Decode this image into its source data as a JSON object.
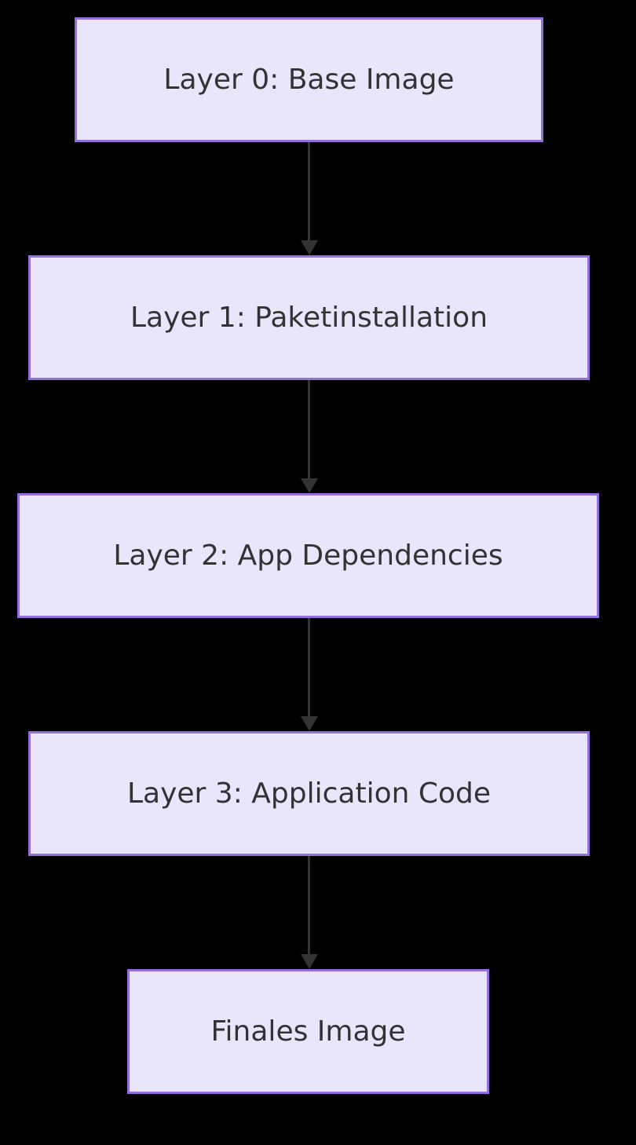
{
  "diagram": {
    "type": "flowchart",
    "direction": "top-down",
    "theme": {
      "background": "#000000",
      "node_fill": "#e9e6fb",
      "node_border": "#9370db",
      "node_text": "#333333",
      "edge_color": "#333333"
    },
    "nodes": [
      {
        "id": "layer0",
        "label": "Layer 0: Base Image"
      },
      {
        "id": "layer1",
        "label": "Layer 1: Paketinstallation"
      },
      {
        "id": "layer2",
        "label": "Layer 2: App Dependencies"
      },
      {
        "id": "layer3",
        "label": "Layer 3: Application Code"
      },
      {
        "id": "final",
        "label": "Finales Image"
      }
    ],
    "edges": [
      {
        "from": "layer0",
        "to": "layer1",
        "label": "",
        "arrow": "arrow-down-icon"
      },
      {
        "from": "layer1",
        "to": "layer2",
        "label": "",
        "arrow": "arrow-down-icon"
      },
      {
        "from": "layer2",
        "to": "layer3",
        "label": "",
        "arrow": "arrow-down-icon"
      },
      {
        "from": "layer3",
        "to": "final",
        "label": "",
        "arrow": "arrow-down-icon"
      }
    ]
  }
}
